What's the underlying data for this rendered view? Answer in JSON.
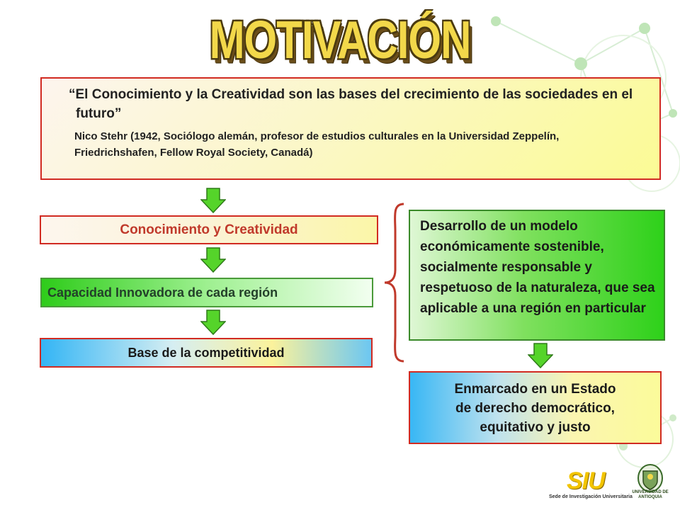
{
  "slide": {
    "title": "MOTIVACIÓN",
    "quote": {
      "text": "“El Conocimiento y la Creatividad son las bases del crecimiento de las sociedades en el futuro”",
      "author": "Nico Stehr (1942, Sociólogo alemán, profesor de estudios culturales en la Universidad Zeppelín,  Friedrichshafen, Fellow Royal  Society, Canadá)"
    },
    "flow": {
      "step1": "Conocimiento y Creatividad",
      "step2": "Capacidad Innovadora de cada región",
      "step3": "Base de la competitividad"
    },
    "goal": "Desarrollo de un modelo económicamente sostenible, socialmente responsable y respetuoso de la naturaleza, que sea aplicable a una región en particular",
    "context": {
      "line1": "Enmarcado en un Estado",
      "line2": "de derecho democrático,",
      "line3": "equitativo y justo"
    }
  },
  "footer": {
    "siu_logo": "SIU",
    "siu_caption": "Sede de Investigación Universitaria",
    "university_caption": "UNIVERSIDAD DE ANTIOQUIA"
  },
  "colors": {
    "border_red": "#d12b22",
    "arrow_green": "#55d42a",
    "title_yellow": "#f2d84a",
    "accent_text_red": "#c0392b"
  }
}
